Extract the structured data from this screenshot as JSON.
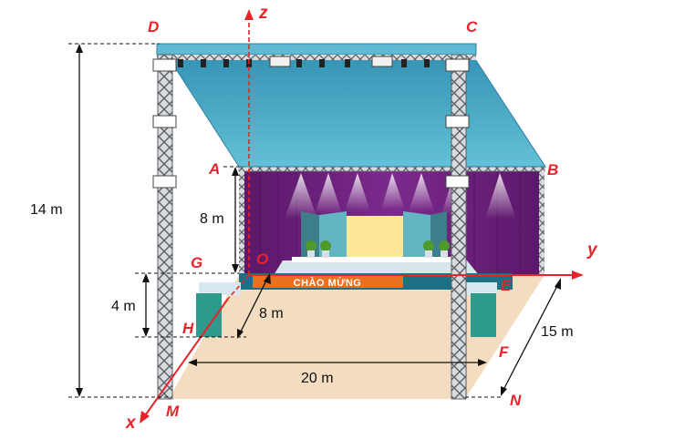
{
  "axes": {
    "x": "x",
    "y": "y",
    "z": "z"
  },
  "points": {
    "D": "D",
    "C": "C",
    "A": "A",
    "B": "B",
    "G": "G",
    "O": "O",
    "E": "E",
    "H": "H",
    "F": "F",
    "M": "M",
    "N": "N"
  },
  "dimensions": {
    "total_height": "14 m",
    "upper_height": "8 m",
    "lower_height": "4 m",
    "depth_front": "8 m",
    "width": "20 m",
    "depth_side": "15 m"
  },
  "banner_text": "CHÀO MỪNG",
  "colors": {
    "axis": "#e8232a",
    "roof": "#4aa9c4",
    "curtain": "#6b1f7a",
    "floor": "#f4dcbf",
    "truss": "#6e7377",
    "banner": "#e8701f"
  }
}
